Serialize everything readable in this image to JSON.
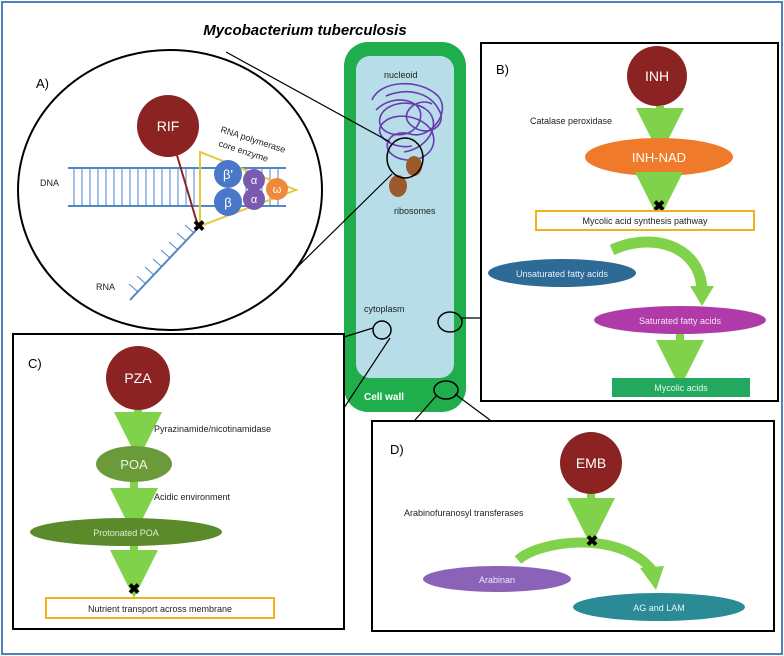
{
  "title": "Mycobacterium tuberculosis",
  "colors": {
    "frame": "#4f81bd",
    "cell_wall": "#1fae4b",
    "cytoplasm": "#b7dde8",
    "drug": "#8b2323",
    "arrow": "#7fd24a",
    "highlight_box": "#f0b020",
    "ribosome": "#9c5a2b",
    "nucleoid": "#6a3ab0",
    "rna_polymerase": "#e8c840",
    "beta_subunit": "#4a78c8",
    "alpha_subunit": "#7a5ab0",
    "omega_subunit": "#ee8a3a",
    "inh_nad": "#ee7a2a",
    "unsaturated": "#2e6a96",
    "saturated": "#b03aa8",
    "mycolic_acids": "#23a860",
    "poa": "#6a9a3a",
    "protonated_poa": "#5a8a2a",
    "arabinan": "#8a62b8",
    "ag_lam": "#2a8a96"
  },
  "cell": {
    "nucleoid_label": "nucleoid",
    "ribosomes_label": "ribosomes",
    "cytoplasm_label": "cytoplasm",
    "cell_wall_label": "Cell wall"
  },
  "panel_a": {
    "label": "A)",
    "drug": "RIF",
    "enzyme_label_line1": "RNA polymerase",
    "enzyme_label_line2": "core enzyme",
    "dna_label": "DNA",
    "rna_label": "RNA",
    "subunits": {
      "beta_prime": "β'",
      "beta": "β",
      "alpha1": "α",
      "alpha2": "α",
      "omega": "ω"
    }
  },
  "panel_b": {
    "label": "B)",
    "drug": "INH",
    "enzyme": "Catalase peroxidase",
    "product": "INH-NAD",
    "pathway": "Mycolic acid synthesis pathway",
    "unsaturated": "Unsaturated fatty acids",
    "saturated": "Saturated fatty acids",
    "final": "Mycolic acids"
  },
  "panel_c": {
    "label": "C)",
    "drug": "PZA",
    "enzyme": "Pyrazinamide/nicotinamidase",
    "product": "POA",
    "condition": "Acidic environment",
    "protonated": "Protonated POA",
    "target": "Nutrient transport across membrane"
  },
  "panel_d": {
    "label": "D)",
    "drug": "EMB",
    "enzyme": "Arabinofuranosyl transferases",
    "substrate": "Arabinan",
    "product": "AG and LAM"
  }
}
